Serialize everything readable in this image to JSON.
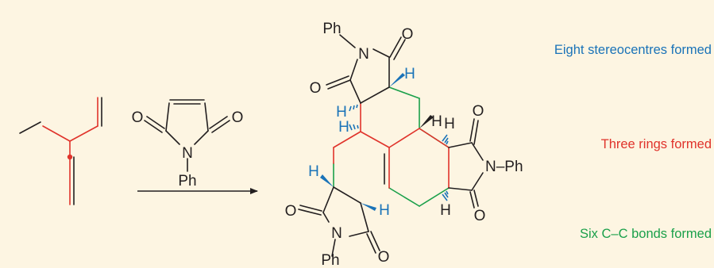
{
  "colors": {
    "background": "#fdf5e2",
    "ink": "#231f20",
    "stereo": "#1a73b8",
    "rings": "#e0332b",
    "bonds": "#1aa04a"
  },
  "atoms": {
    "ph": "Ph",
    "n": "N",
    "o": "O",
    "h": "H",
    "n_ph": "N–Ph"
  },
  "captions": {
    "stereocentres": "Eight stereocentres formed",
    "rings": "Three rings formed",
    "bonds": "Six C–C bonds formed"
  }
}
